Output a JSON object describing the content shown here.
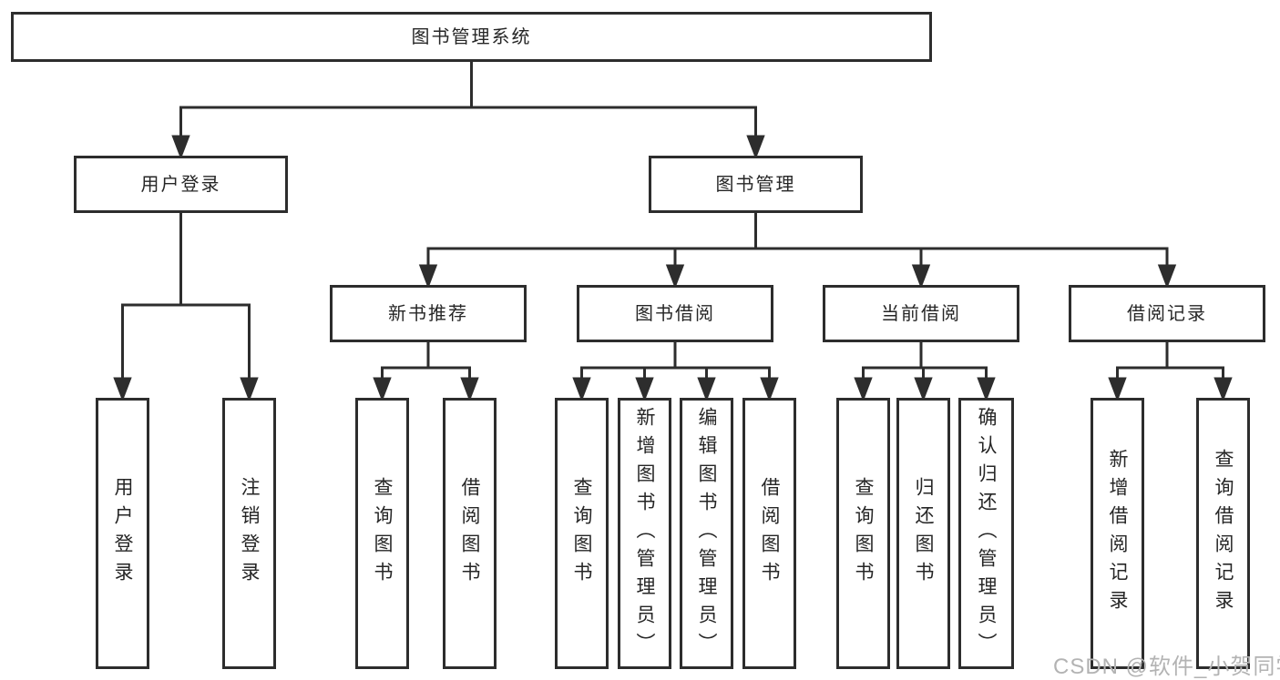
{
  "diagram": {
    "root": {
      "label": "图书管理系统"
    },
    "level2": [
      {
        "id": "user-login",
        "label": "用户登录"
      },
      {
        "id": "book-management",
        "label": "图书管理"
      }
    ],
    "level3": [
      {
        "id": "new-book-recommend",
        "label": "新书推荐"
      },
      {
        "id": "book-borrowing",
        "label": "图书借阅"
      },
      {
        "id": "current-borrowing",
        "label": "当前借阅"
      },
      {
        "id": "borrowing-records",
        "label": "借阅记录"
      }
    ],
    "leaves": [
      {
        "group": "user-login",
        "label": "用户登录"
      },
      {
        "group": "user-login",
        "label": "注销登录"
      },
      {
        "group": "new-book-recommend",
        "label": "查询图书"
      },
      {
        "group": "new-book-recommend",
        "label": "借阅图书"
      },
      {
        "group": "book-borrowing",
        "label": "查询图书"
      },
      {
        "group": "book-borrowing",
        "label": "新增图书（管理员）"
      },
      {
        "group": "book-borrowing",
        "label": "编辑图书（管理员）"
      },
      {
        "group": "book-borrowing",
        "label": "借阅图书"
      },
      {
        "group": "current-borrowing",
        "label": "查询图书"
      },
      {
        "group": "current-borrowing",
        "label": "归还图书"
      },
      {
        "group": "current-borrowing",
        "label": "确认归还（管理员）"
      },
      {
        "group": "borrowing-records",
        "label": "新增借阅记录"
      },
      {
        "group": "borrowing-records",
        "label": "查询借阅记录"
      }
    ],
    "watermark": {
      "text": "CSDN @软件_小贺同学"
    },
    "colors": {
      "line": "#2d2d2d",
      "text": "#262626",
      "watermark": "#b3b3b3",
      "background": "#ffffff"
    }
  }
}
